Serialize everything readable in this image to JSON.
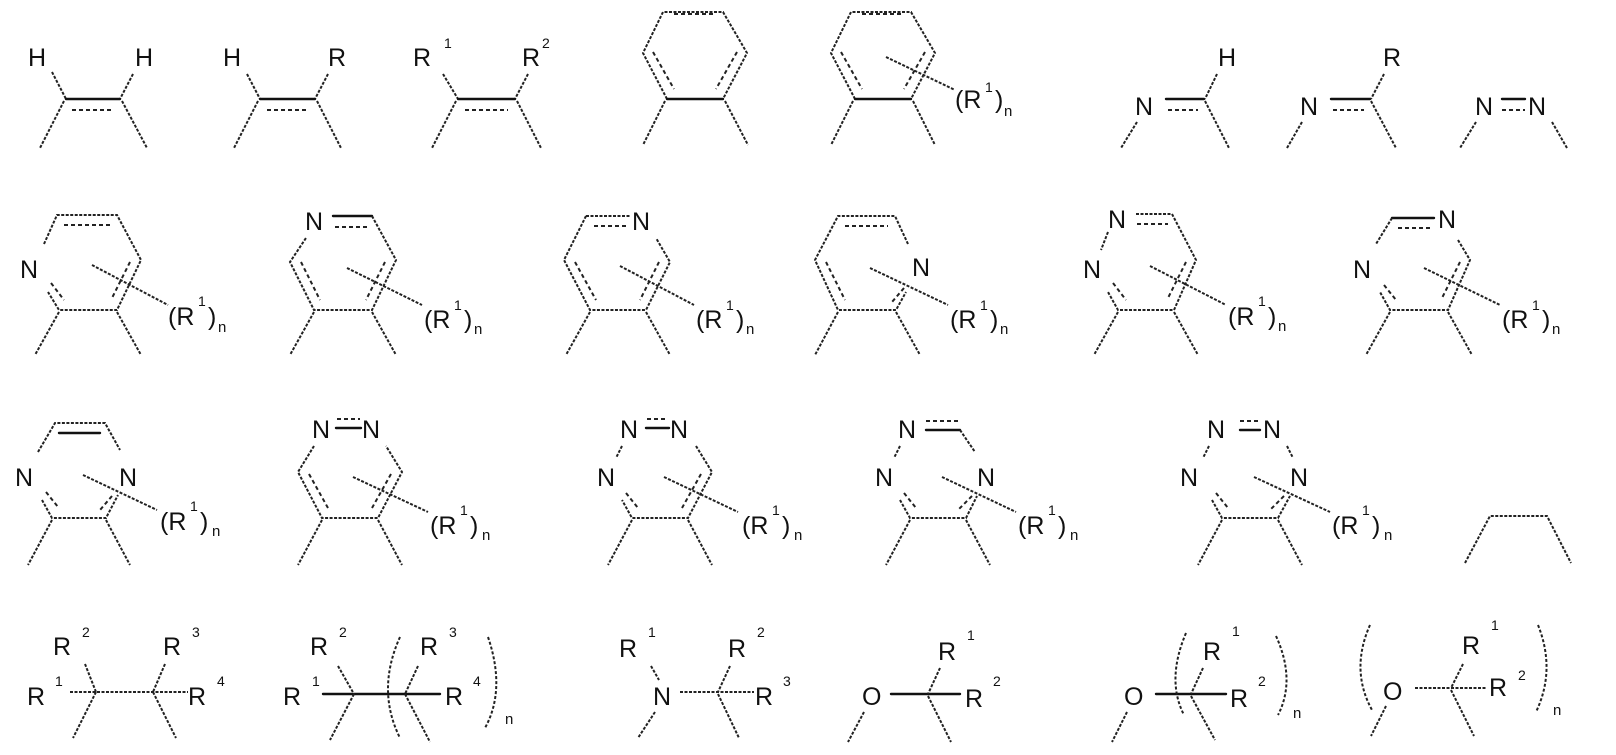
{
  "figure": {
    "description": "Chemical structure fragments (alkenes, imines, azo, benzene, azines, alkyl, amine, ether linkers)",
    "rows": [
      {
        "id": "row1",
        "structures": [
          {
            "name": "cis-ethenylene-HH",
            "labels": {
              "a": "H",
              "b": "H"
            }
          },
          {
            "name": "ethenylene-HR",
            "labels": {
              "a": "H",
              "b": "R"
            }
          },
          {
            "name": "ethenylene-R1R2",
            "labels": {
              "a": "R",
              "a_sup": "1",
              "b": "R",
              "b_sup": "2"
            }
          },
          {
            "name": "ortho-phenylene",
            "labels": {}
          },
          {
            "name": "substituted-ortho-phenylene",
            "labels": {
              "sub": "(R",
              "sub_sup": "1",
              "sub_close": ")",
              "sub_n": "n"
            }
          },
          {
            "name": "imine-H",
            "labels": {
              "n": "N",
              "b": "H"
            }
          },
          {
            "name": "imine-R",
            "labels": {
              "n": "N",
              "b": "R"
            }
          },
          {
            "name": "azo",
            "labels": {
              "n1": "N",
              "n2": "N"
            }
          }
        ]
      },
      {
        "id": "row2",
        "structures": [
          {
            "name": "pyridine-2,3-diyl",
            "labels": {
              "n": "N",
              "sub": "(R",
              "sub_sup": "1",
              "sub_close": ")",
              "sub_n": "n"
            }
          },
          {
            "name": "pyridine-3,4-diyl",
            "labels": {
              "n": "N",
              "sub": "(R",
              "sub_sup": "1",
              "sub_close": ")",
              "sub_n": "n"
            }
          },
          {
            "name": "pyridine-3,4-diyl-b",
            "labels": {
              "n": "N",
              "sub": "(R",
              "sub_sup": "1",
              "sub_close": ")",
              "sub_n": "n"
            }
          },
          {
            "name": "pyridine-2,3-diyl-b",
            "labels": {
              "n": "N",
              "sub": "(R",
              "sub_sup": "1",
              "sub_close": ")",
              "sub_n": "n"
            }
          },
          {
            "name": "pyridazine-diyl",
            "labels": {
              "n1": "N",
              "n2": "N",
              "sub": "(R",
              "sub_sup": "1",
              "sub_close": ")",
              "sub_n": "n"
            }
          },
          {
            "name": "pyrimidine-diyl",
            "labels": {
              "n1": "N",
              "n2": "N",
              "sub": "(R",
              "sub_sup": "1",
              "sub_close": ")",
              "sub_n": "n"
            }
          }
        ]
      },
      {
        "id": "row3",
        "structures": [
          {
            "name": "pyrazine-diyl",
            "labels": {
              "n1": "N",
              "n2": "N",
              "sub": "(R",
              "sub_sup": "1",
              "sub_close": ")",
              "sub_n": "n"
            }
          },
          {
            "name": "pyridazine-4,5-diyl",
            "labels": {
              "n1": "N",
              "n2": "N",
              "sub": "(R",
              "sub_sup": "1",
              "sub_close": ")",
              "sub_n": "n"
            }
          },
          {
            "name": "triazine-1,2,3",
            "labels": {
              "n1": "N",
              "n2": "N",
              "n3": "N",
              "sub": "(R",
              "sub_sup": "1",
              "sub_close": ")",
              "sub_n": "n"
            }
          },
          {
            "name": "triazine-1,2,4",
            "labels": {
              "n1": "N",
              "n2": "N",
              "n3": "N",
              "sub": "(R",
              "sub_sup": "1",
              "sub_close": ")",
              "sub_n": "n"
            }
          },
          {
            "name": "tetrazine",
            "labels": {
              "n1": "N",
              "n2": "N",
              "n3": "N",
              "n4": "N",
              "sub": "(R",
              "sub_sup": "1",
              "sub_close": ")",
              "sub_n": "n"
            }
          },
          {
            "name": "propylene-chain",
            "labels": {}
          }
        ]
      },
      {
        "id": "row4",
        "structures": [
          {
            "name": "ethylene-R1R2R3R4",
            "labels": {
              "r1": "R",
              "r1_sup": "1",
              "r2": "R",
              "r2_sup": "2",
              "r3": "R",
              "r3_sup": "3",
              "r4": "R",
              "r4_sup": "4"
            }
          },
          {
            "name": "repeat-R1R2-R3R4n",
            "labels": {
              "r1": "R",
              "r1_sup": "1",
              "r2": "R",
              "r2_sup": "2",
              "r3": "R",
              "r3_sup": "3",
              "r4": "R",
              "r4_sup": "4",
              "n": "n"
            }
          },
          {
            "name": "amine-R1-R2R3",
            "labels": {
              "r1": "R",
              "r1_sup": "1",
              "n_atom": "N",
              "r2": "R",
              "r2_sup": "2",
              "r3": "R",
              "r3_sup": "3"
            }
          },
          {
            "name": "ether-R1R2",
            "labels": {
              "o": "O",
              "r1": "R",
              "r1_sup": "1",
              "r2": "R",
              "r2_sup": "2"
            }
          },
          {
            "name": "ether-repeat-R1R2n",
            "labels": {
              "o": "O",
              "r1": "R",
              "r1_sup": "1",
              "r2": "R",
              "r2_sup": "2",
              "n": "n"
            }
          },
          {
            "name": "polyether-repeat-n",
            "labels": {
              "o": "O",
              "r1": "R",
              "r1_sup": "1",
              "r2": "R",
              "r2_sup": "2",
              "n": "n"
            }
          }
        ]
      }
    ]
  }
}
